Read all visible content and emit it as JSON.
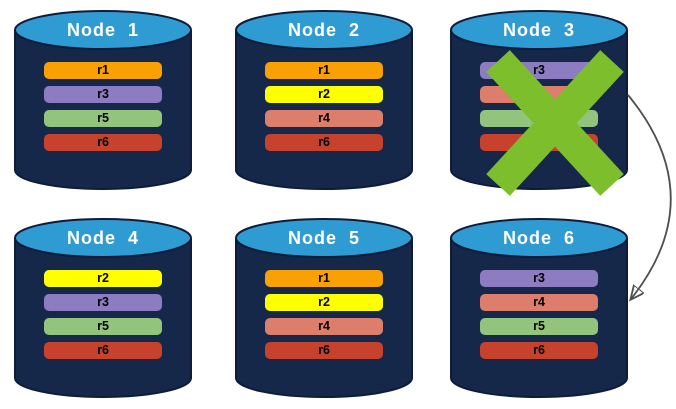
{
  "palette": {
    "cylinder_body": "#16284A",
    "cylinder_top": "#2F9BD3",
    "cylinder_outline": "#0D1C3A",
    "title_text": "#FFFFFF",
    "replica_label_text": "#000000",
    "failure_x": "#7DBE2D",
    "arrow": "#4F4F4F"
  },
  "replica_colors": {
    "r1": "#F9A004",
    "r2": "#FFFF00",
    "r3": "#8E7CC3",
    "r4": "#DC7E6B",
    "r5": "#93C47D",
    "r6": "#C7422C"
  },
  "nodes": [
    {
      "title": "Node  1",
      "failed": false,
      "replicas": [
        {
          "label": "r1",
          "color": "#F9A004"
        },
        {
          "label": "r3",
          "color": "#8E7CC3"
        },
        {
          "label": "r5",
          "color": "#93C47D"
        },
        {
          "label": "r6",
          "color": "#C7422C"
        }
      ]
    },
    {
      "title": "Node  2",
      "failed": false,
      "replicas": [
        {
          "label": "r1",
          "color": "#F9A004"
        },
        {
          "label": "r2",
          "color": "#FFFF00"
        },
        {
          "label": "r4",
          "color": "#DC7E6B"
        },
        {
          "label": "r6",
          "color": "#C7422C"
        }
      ]
    },
    {
      "title": "Node  3",
      "failed": true,
      "replicas": [
        {
          "label": "r3",
          "color": "#8E7CC3"
        },
        {
          "label": "r4",
          "color": "#DC7E6B"
        },
        {
          "label": "r5",
          "color": "#93C47D"
        },
        {
          "label": "r6",
          "color": "#C7422C"
        }
      ]
    },
    {
      "title": "Node  4",
      "failed": false,
      "replicas": [
        {
          "label": "r2",
          "color": "#FFFF00"
        },
        {
          "label": "r3",
          "color": "#8E7CC3"
        },
        {
          "label": "r5",
          "color": "#93C47D"
        },
        {
          "label": "r6",
          "color": "#C7422C"
        }
      ]
    },
    {
      "title": "Node  5",
      "failed": false,
      "replicas": [
        {
          "label": "r1",
          "color": "#F9A004"
        },
        {
          "label": "r2",
          "color": "#FFFF00"
        },
        {
          "label": "r4",
          "color": "#DC7E6B"
        },
        {
          "label": "r6",
          "color": "#C7422C"
        }
      ]
    },
    {
      "title": "Node  6",
      "failed": false,
      "replicas": [
        {
          "label": "r3",
          "color": "#8E7CC3"
        },
        {
          "label": "r4",
          "color": "#DC7E6B"
        },
        {
          "label": "r5",
          "color": "#93C47D"
        },
        {
          "label": "r6",
          "color": "#C7422C"
        }
      ]
    }
  ],
  "failure": {
    "node": "Node 3",
    "mark": "green-x"
  },
  "arrow": {
    "from_node": "Node 3",
    "to_node": "Node 6"
  }
}
